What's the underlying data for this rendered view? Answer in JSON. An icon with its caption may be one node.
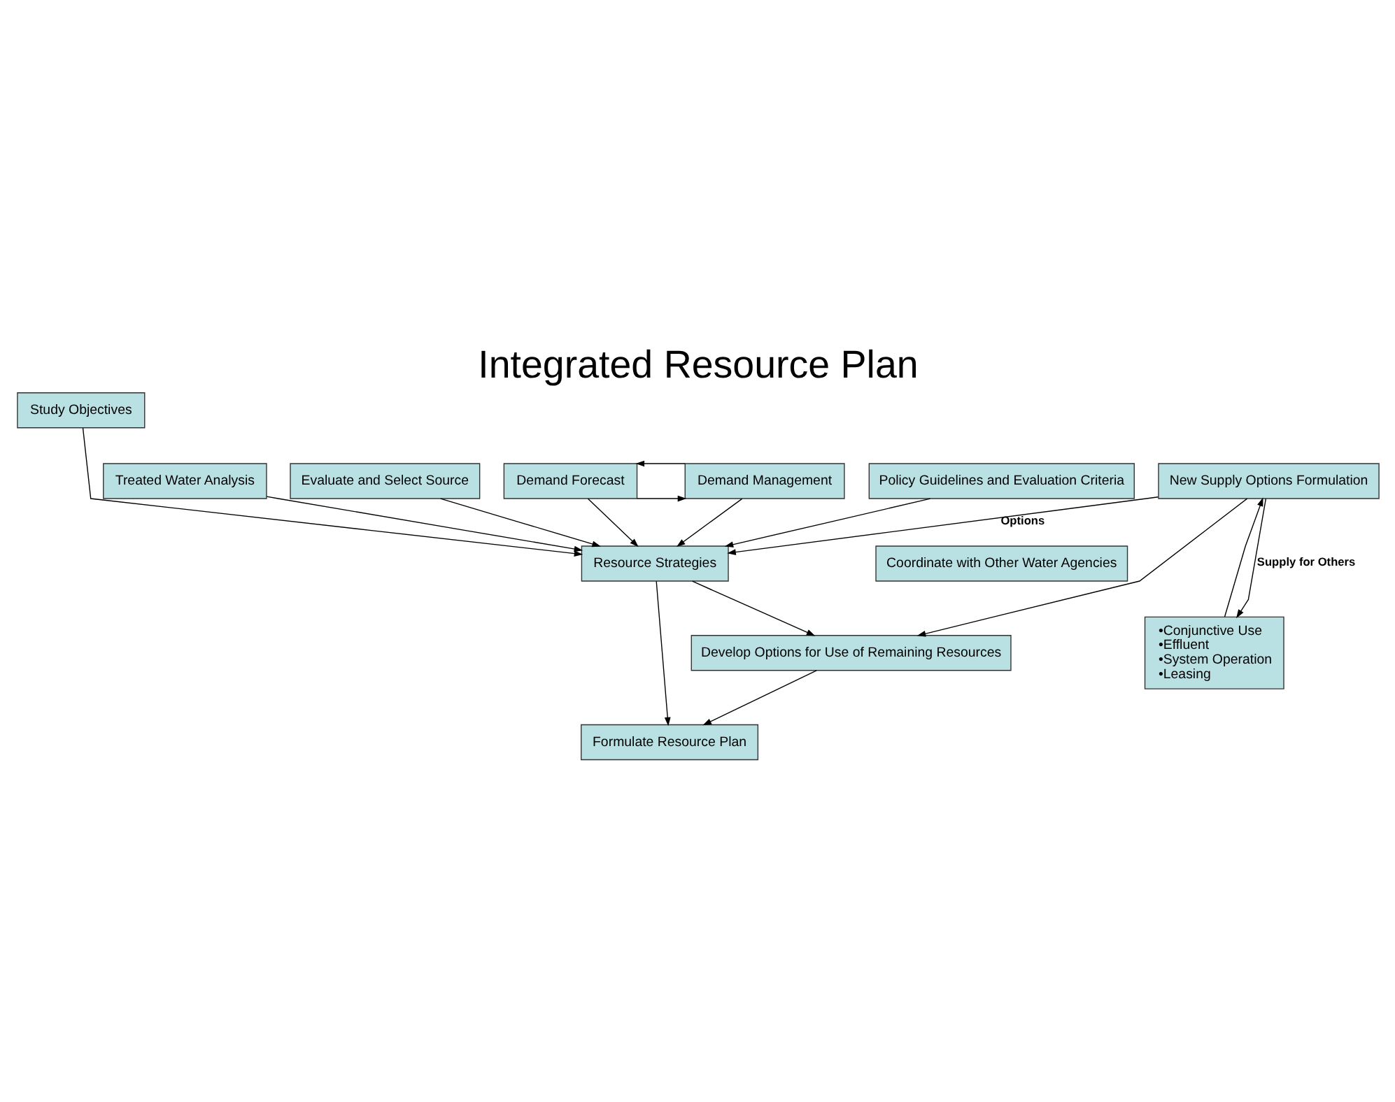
{
  "diagram": {
    "title": "Integrated Resource Plan",
    "nodes": [
      {
        "text": [
          "Treated Water Analysis"
        ]
      },
      {
        "text": [
          "Evaluate and Select Source"
        ]
      },
      {
        "text": [
          "Demand Forecast"
        ]
      },
      {
        "text": [
          "Demand Management"
        ]
      },
      {
        "text": [
          "Study Objectives"
        ]
      },
      {
        "text": [
          "Policy Guidelines and Evaluation Criteria"
        ]
      },
      {
        "text": [
          "Coordinate with Other Water Agencies"
        ]
      },
      {
        "text": [
          "Resource Strategies"
        ]
      },
      {
        "text": [
          "•Conjunctive Use",
          "•Effluent",
          "•System Operation",
          "•Leasing"
        ]
      },
      {
        "text": [
          "New Supply Options Formulation"
        ]
      },
      {
        "text": [
          "Formulate Resource Plan"
        ]
      },
      {
        "text": [
          "Develop Options for Use of Remaining Resources"
        ]
      }
    ],
    "edges": [
      {
        "from": 0,
        "to": 7,
        "arrow": "to"
      },
      {
        "from": 1,
        "to": 7,
        "arrow": "to"
      },
      {
        "from": 2,
        "to": 7,
        "arrow": "to"
      },
      {
        "from": 2,
        "to": 3,
        "arrow": "to"
      },
      {
        "from": 3,
        "to": 2,
        "arrow": "to"
      },
      {
        "from": 3,
        "to": 7,
        "arrow": "to"
      },
      {
        "from": 4,
        "to": 7,
        "arrow": "to"
      },
      {
        "from": 5,
        "to": 7,
        "arrow": "to"
      },
      {
        "from": 8,
        "to": 9,
        "arrow": "to"
      },
      {
        "from": 9,
        "to": 8,
        "arrow": "to",
        "label": "Supply for Others"
      },
      {
        "from": 9,
        "to": 7,
        "arrow": "to",
        "label": "Options"
      },
      {
        "from": 9,
        "to": 11,
        "arrow": "to"
      },
      {
        "from": 7,
        "to": 11,
        "arrow": "to"
      },
      {
        "from": 7,
        "to": 10,
        "arrow": "to"
      },
      {
        "from": 11,
        "to": 10,
        "arrow": "to"
      }
    ]
  }
}
